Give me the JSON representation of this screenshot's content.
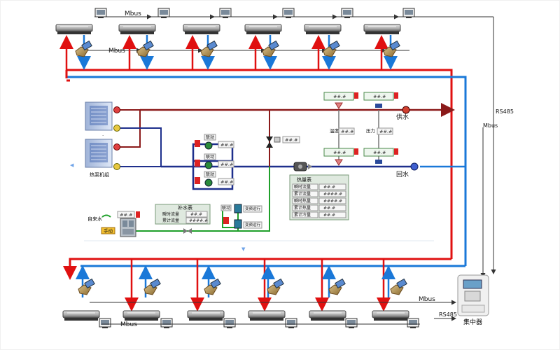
{
  "labels": {
    "mbus": "Mbus",
    "rs485": "RS485",
    "supply_water": "供水",
    "return_water": "回水",
    "heat_pump_unit": "热泵机组",
    "tap_water": "自来水",
    "manual": "手动",
    "makeup_meter": "补水表",
    "inst_flow": "瞬时流量",
    "total_flow": "累计流量",
    "heat_meter": "热量表",
    "inst_heat": "瞬时热量",
    "total_heat": "累计热量",
    "total_cool": "累计冷量",
    "linkage": "联动",
    "freq_run": "变频运行",
    "temperature": "温度",
    "pressure": "压力",
    "concentrator": "集中器",
    "dot": "."
  },
  "values": {
    "v1": "##.#",
    "v4": "####.#",
    "v4b": "#####.#",
    "vh": "##.#"
  },
  "colors": {
    "supply": "#8b1a1a",
    "return": "#1e2f8c",
    "hot_loop": "#e01010",
    "cold_loop": "#1a78d8",
    "makeup": "#1fa02a",
    "bus": "#333333"
  }
}
